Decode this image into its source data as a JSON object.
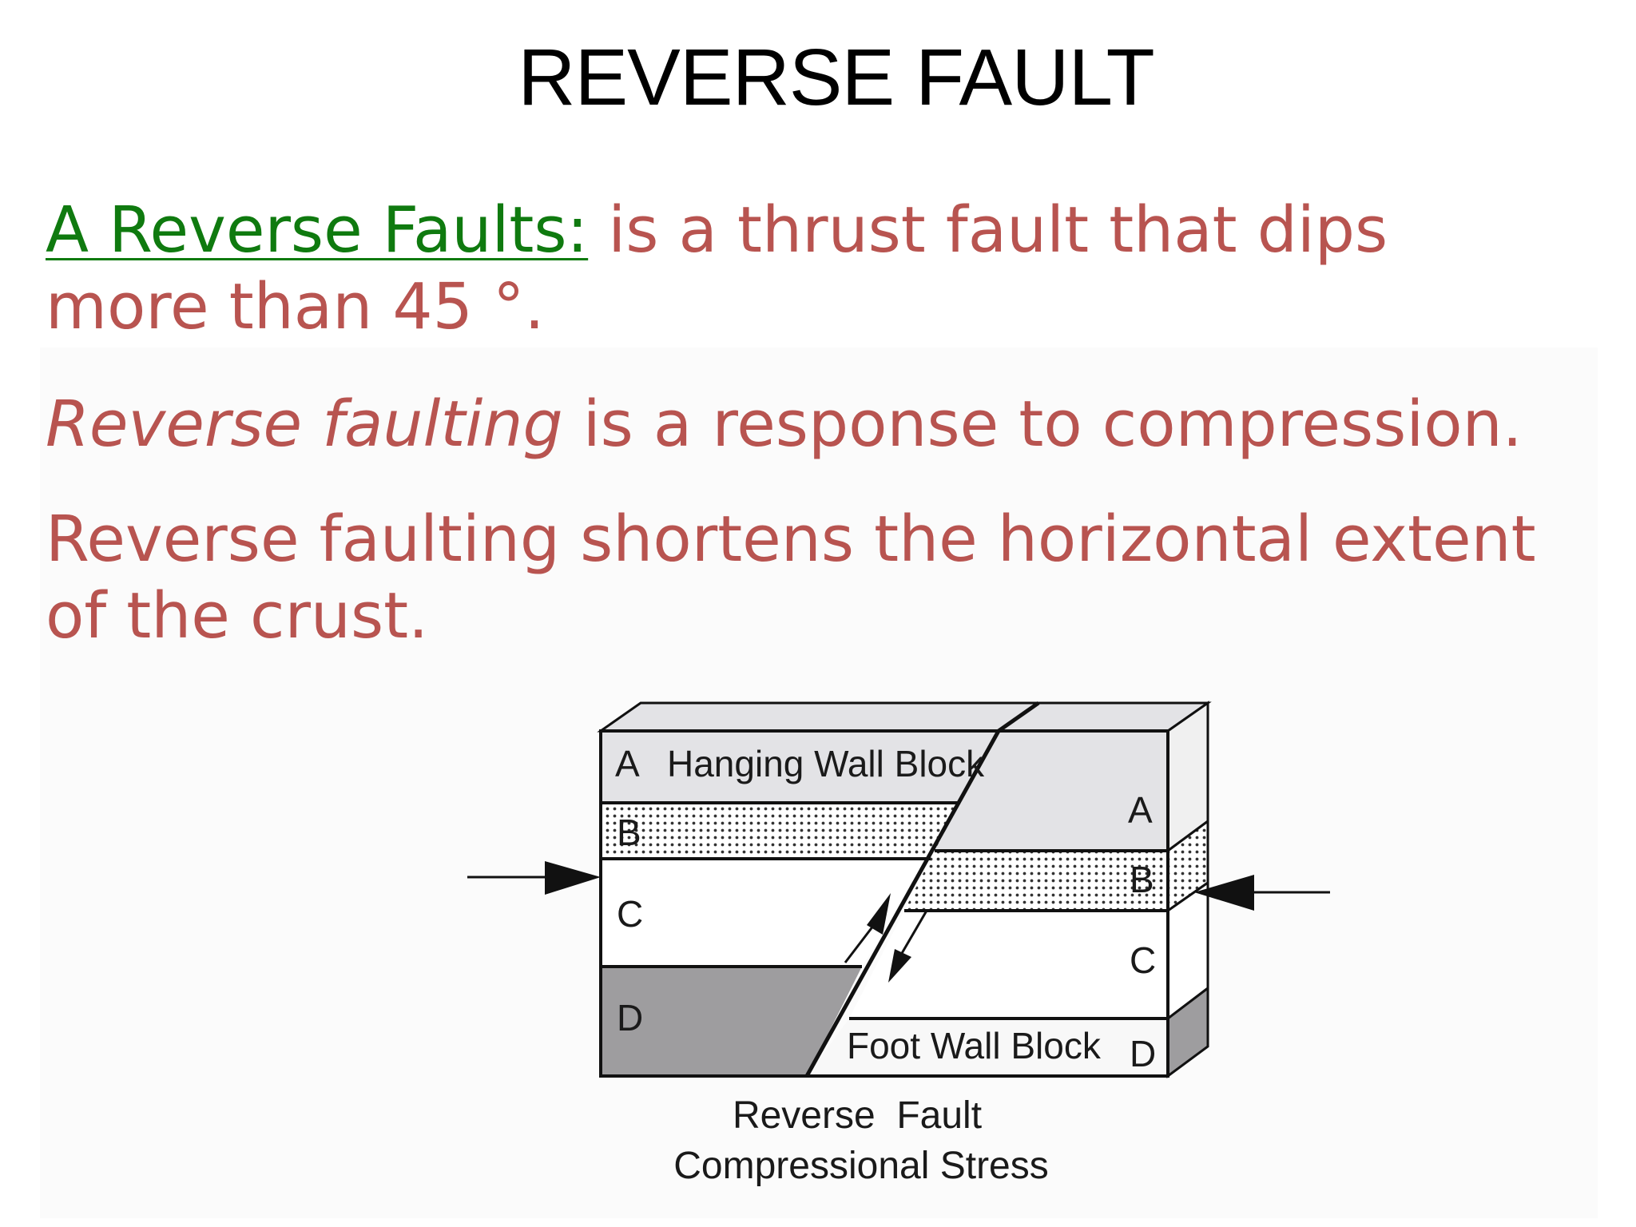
{
  "slide": {
    "title": "REVERSE FAULT"
  },
  "paragraph1": {
    "term": "A Reverse Faults:",
    "line1_rest": " is a thrust fault that dips",
    "line2": "more than 45 °."
  },
  "paragraph2": {
    "emphasis": "Reverse faulting",
    "rest": " is a response to compression."
  },
  "paragraph3": {
    "line1": "Reverse faulting shortens the horizontal extent",
    "line2": "of the crust."
  },
  "diagram": {
    "left_labels": [
      "A",
      "B",
      "C",
      "D"
    ],
    "right_labels": [
      "A",
      "B",
      "C",
      "D"
    ],
    "hanging_wall": "Hanging Wall Block",
    "foot_wall": "Foot Wall Block",
    "caption_line1": "Reverse  Fault",
    "caption_line2": "Compressional Stress"
  },
  "colors": {
    "title": "#000000",
    "body_text": "#b85450",
    "term_text": "#0f7a0f",
    "layer_a": "#e3e3e6",
    "layer_d": "#9e9d9f",
    "side_face": "#f0f0f0"
  }
}
